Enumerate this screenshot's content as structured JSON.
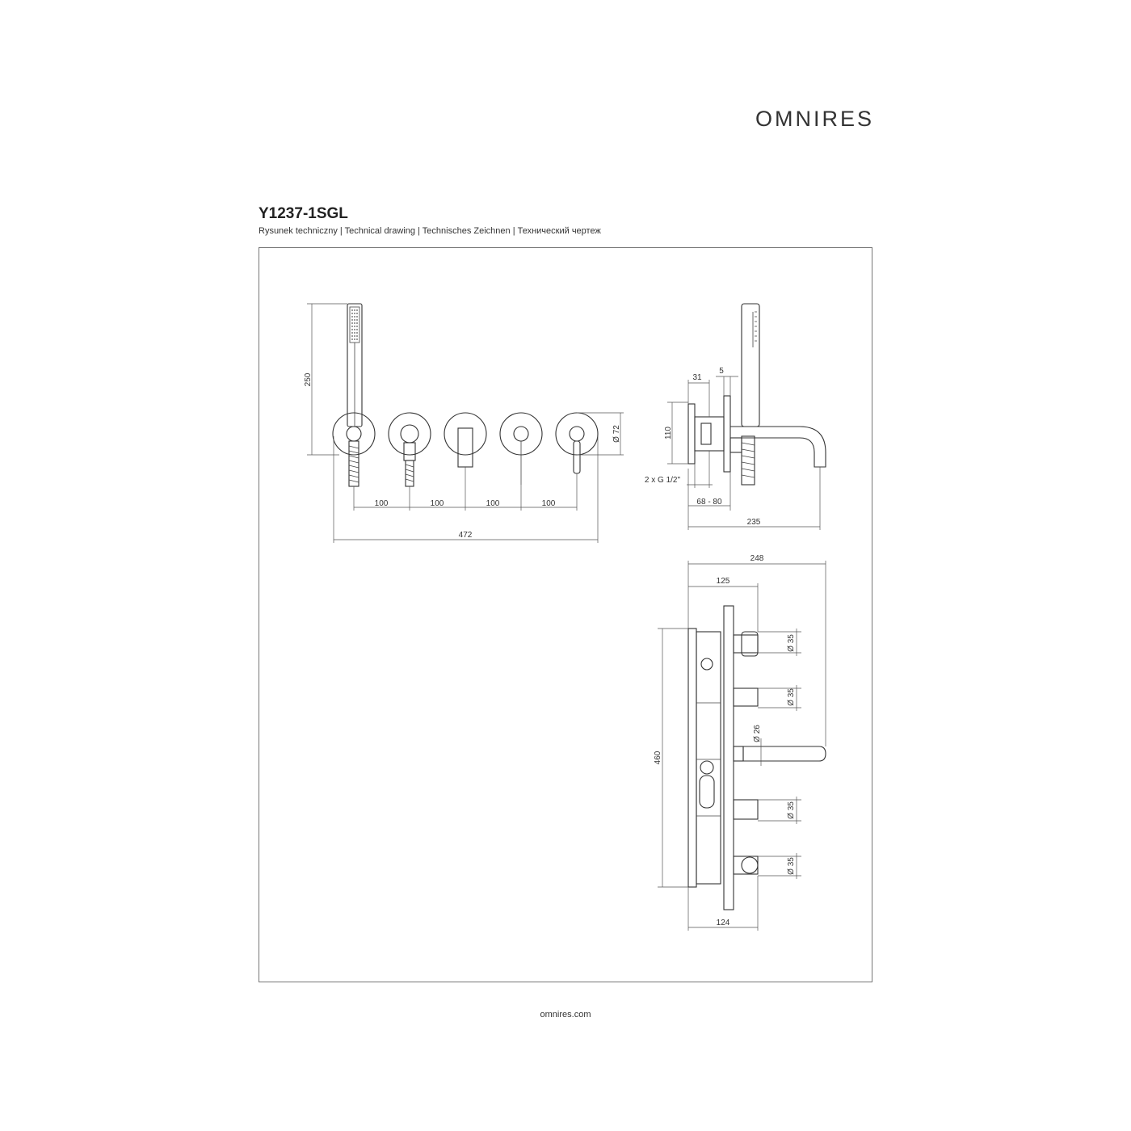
{
  "header": {
    "brand": "OMNIRES"
  },
  "product": {
    "code": "Y1237-1SGL",
    "subtitle": "Rysunek techniczny | Technical drawing | Technisches Zeichnen | Технический чертеж"
  },
  "footer": {
    "url": "omnires.com"
  },
  "dimensions": {
    "front": {
      "height": "250",
      "diameter": "Ø 72",
      "spacing": [
        "100",
        "100",
        "100",
        "100"
      ],
      "total": "472"
    },
    "side": {
      "a": "31",
      "b": "5",
      "height": "110",
      "thread": "2 x G 1/2\"",
      "depth": "68 - 80",
      "reach": "235"
    },
    "top": {
      "width": "248",
      "width_inner": "125",
      "height": "460",
      "d1": "Ø 35",
      "d2": "Ø 35",
      "d3": "Ø 26",
      "d4": "Ø 35",
      "d5": "Ø 35",
      "bottom": "124"
    }
  }
}
